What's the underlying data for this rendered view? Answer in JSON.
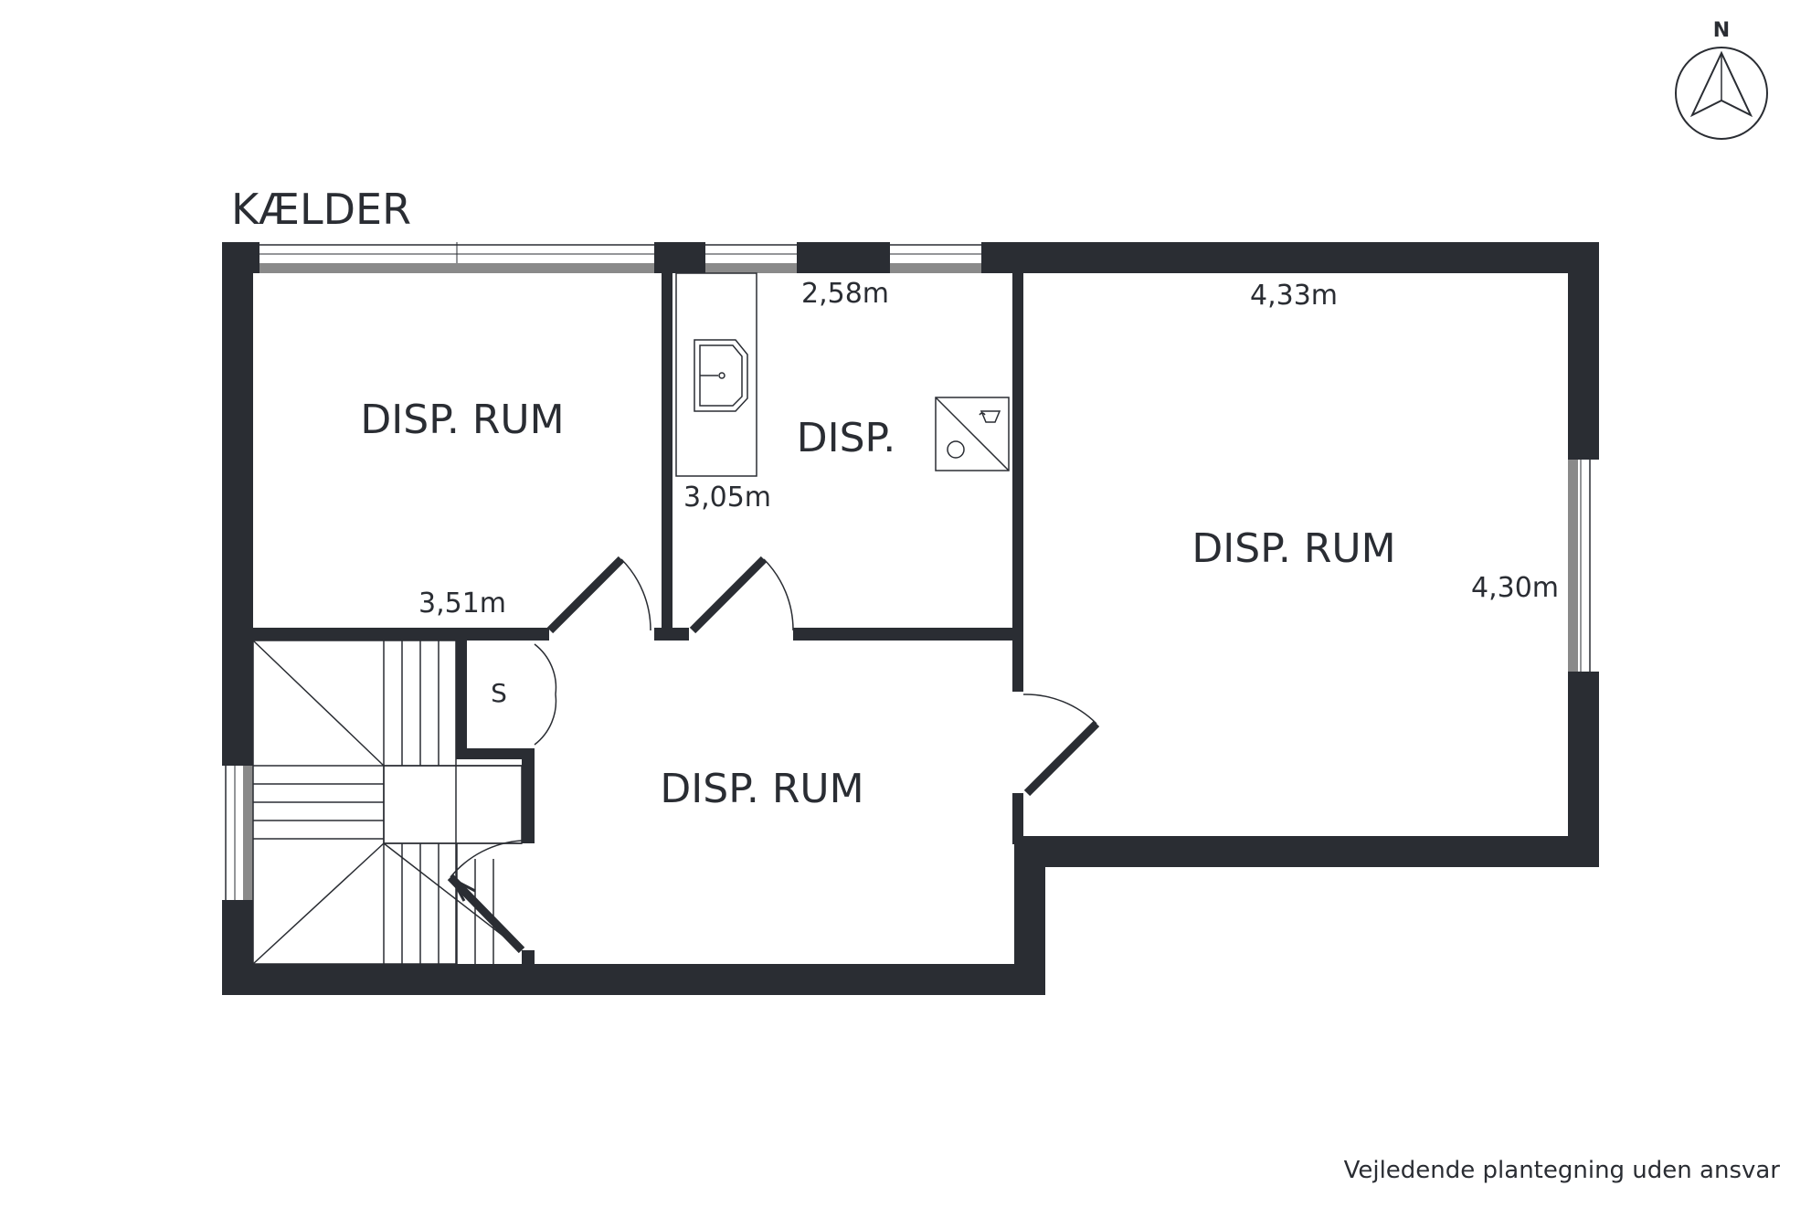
{
  "plan": {
    "title": "KÆLDER",
    "disclaimer": "Vejledende plantegning uden ansvar",
    "north_label": "N",
    "colors": {
      "wall": "#2a2d33",
      "window": "#8a8a8a",
      "line": "#2a2d33"
    },
    "rooms": [
      {
        "name": "DISP. RUM"
      },
      {
        "name": "DISP."
      },
      {
        "name": "DISP. RUM"
      },
      {
        "name": "DISP. RUM"
      },
      {
        "name": "S"
      }
    ],
    "dimensions": [
      {
        "text": "2,58m"
      },
      {
        "text": "4,33m"
      },
      {
        "text": "3,05m"
      },
      {
        "text": "3,51m"
      },
      {
        "text": "4,30m"
      }
    ],
    "fixtures": {
      "sink_icon": "sink-icon",
      "washer_icon": "washing-machine-icon",
      "stairs_icon": "staircase-icon"
    }
  }
}
